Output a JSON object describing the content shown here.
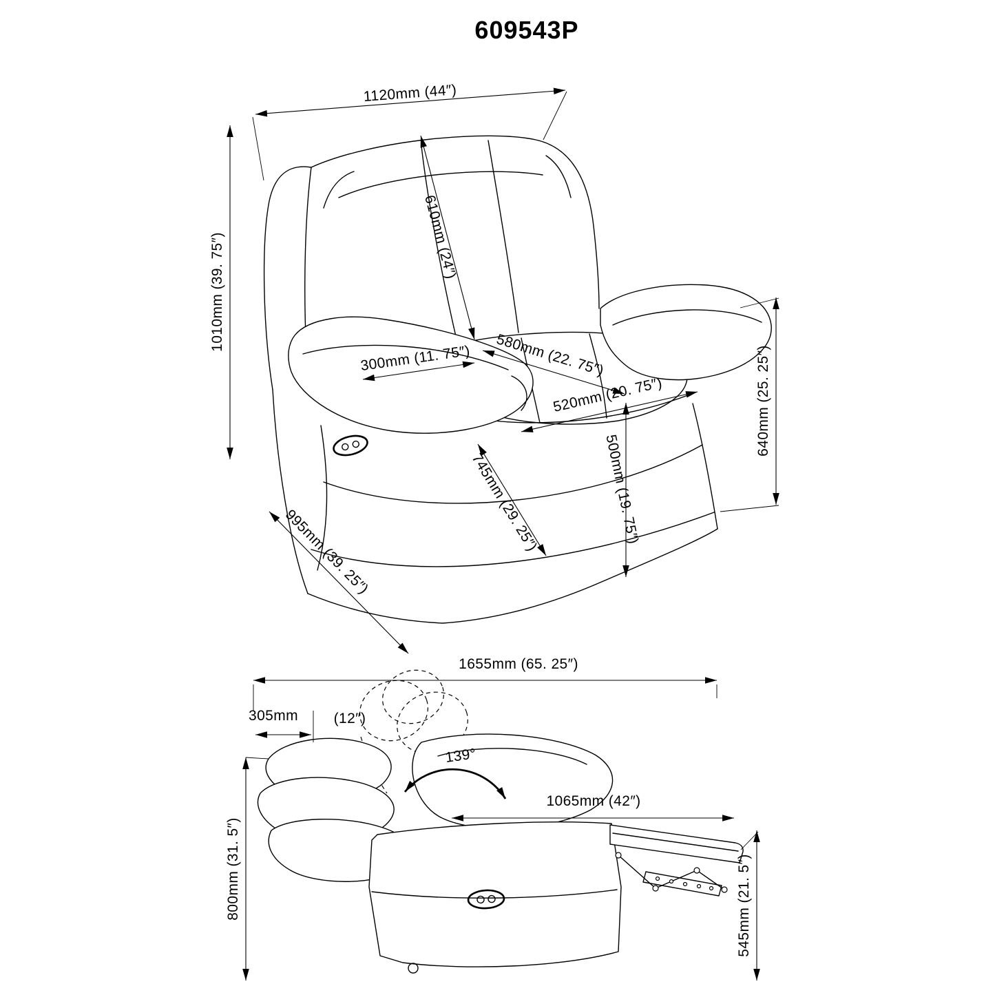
{
  "title": "609543P",
  "colors": {
    "line": "#000000",
    "background": "#ffffff"
  },
  "upright_view": {
    "label": "upright-three-quarter-view",
    "dims": {
      "overall_width": "1120mm (44″)",
      "overall_height": "1010mm (39. 75″)",
      "back_cushion_width": "610mm (24″)",
      "armrest_width": "300mm (11. 75″)",
      "seat_width": "580mm (22. 75″)",
      "seat_depth": "520mm (20. 75″)",
      "front_rail_width": "745mm (29. 25″)",
      "overall_depth": "995mm (39. 25″)",
      "seat_height": "500mm (19. 75″)",
      "armrest_height": "640mm (25. 25″)"
    }
  },
  "reclined_view": {
    "label": "reclined-side-view",
    "dims": {
      "reclined_total_length": "1655mm (65. 25″)",
      "headrest_travel_mm": "305mm",
      "headrest_travel_in": "(12″)",
      "recline_angle": "139°",
      "reclined_body_length": "1065mm (42″)",
      "reclined_back_height": "800mm (31. 5″)",
      "footrest_height": "545mm (21. 5″)"
    }
  }
}
